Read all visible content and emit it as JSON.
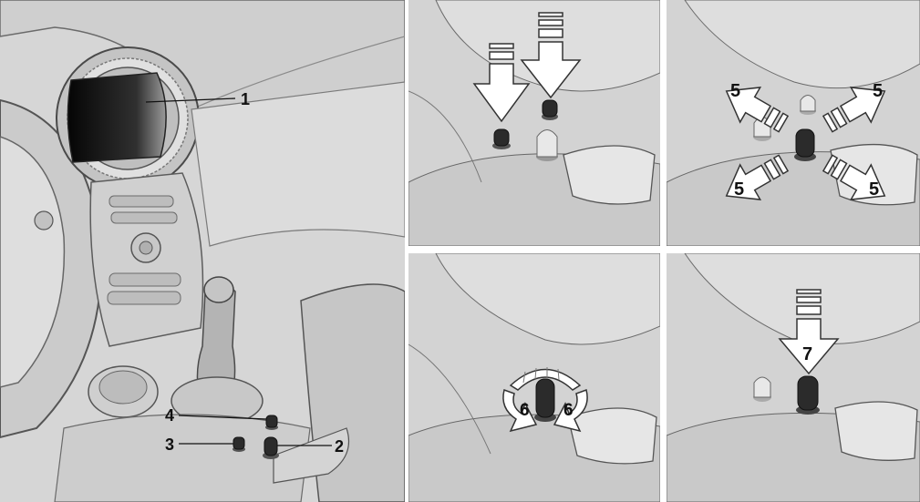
{
  "main_panel": {
    "callouts": [
      {
        "id": "1",
        "label": "1"
      },
      {
        "id": "2",
        "label": "2"
      },
      {
        "id": "3",
        "label": "3"
      },
      {
        "id": "4",
        "label": "4"
      }
    ]
  },
  "step_panels": [
    {
      "id": "step-push-down",
      "arrow_labels": []
    },
    {
      "id": "step-outward-arrows",
      "arrow_labels": [
        "5",
        "5",
        "5",
        "5"
      ]
    },
    {
      "id": "step-rotate",
      "arrow_labels": [
        "6",
        "6"
      ]
    },
    {
      "id": "step-press",
      "arrow_labels": [
        "7"
      ]
    }
  ],
  "colors": {
    "background": "#ffffff",
    "panel": "#d9d9d9",
    "surface_light": "#ebebeb",
    "surface_mid": "#c9c9c9",
    "outline": "#5a5a5a",
    "knob_dark": "#2b2b2b",
    "knob_light": "#e6e6e6",
    "arrow_fill": "#ffffff",
    "arrow_stroke": "#333333"
  }
}
